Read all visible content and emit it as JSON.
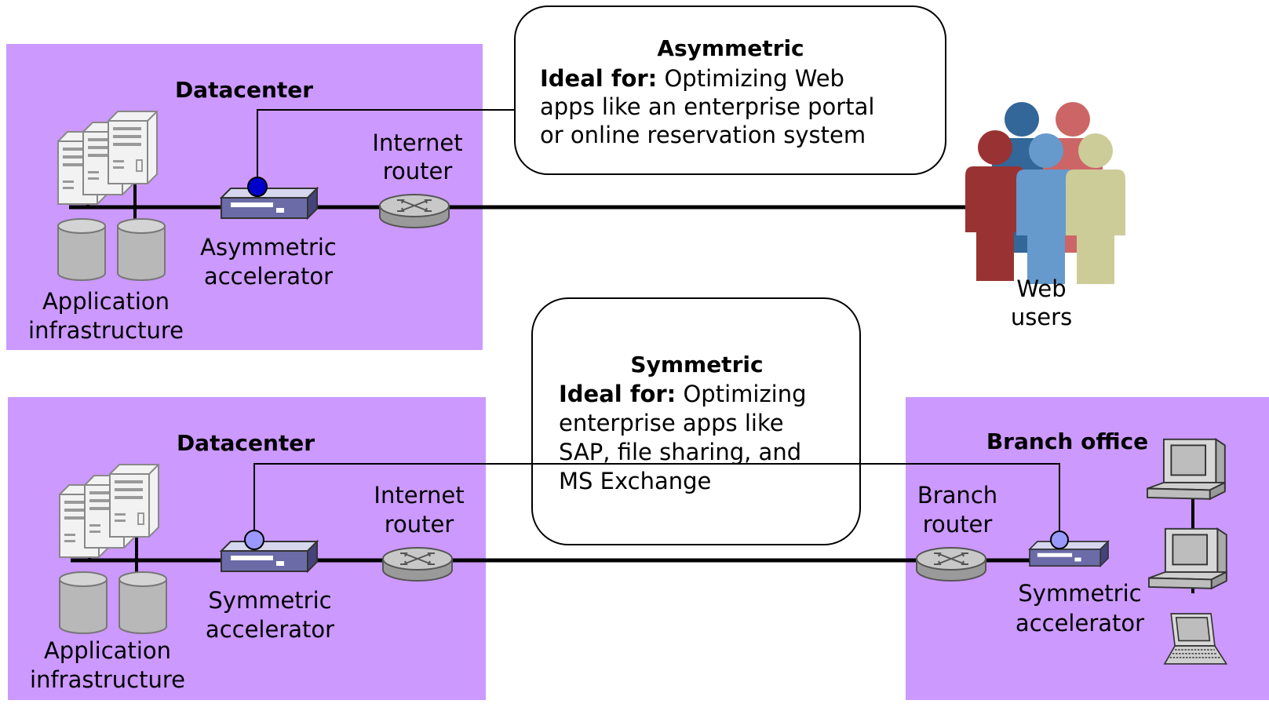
{
  "top": {
    "zone_title": "Datacenter",
    "servers_label": [
      "Application",
      "infrastructure"
    ],
    "accelerator_label": [
      "Asymmetric",
      "accelerator"
    ],
    "router_label": [
      "Internet",
      "router"
    ],
    "users_label": [
      "Web",
      "users"
    ],
    "callout": {
      "title": "Asymmetric",
      "lead": "Ideal for:",
      "lines": [
        "Optimizing Web",
        "apps like an enterprise portal",
        "or online reservation system"
      ]
    }
  },
  "bottom": {
    "zone_title": "Datacenter",
    "servers_label": [
      "Application",
      "infrastructure"
    ],
    "accelerator_label": [
      "Symmetric",
      "accelerator"
    ],
    "router_label": [
      "Internet",
      "router"
    ],
    "branch": {
      "title": "Branch office",
      "router_label": [
        "Branch",
        "router"
      ],
      "accelerator_label": [
        "Symmetric",
        "accelerator"
      ]
    },
    "callout": {
      "title": "Symmetric",
      "lead": "Ideal for:",
      "lines": [
        "Optimizing",
        "enterprise apps like",
        "SAP, file sharing, and",
        "MS Exchange"
      ]
    }
  },
  "colors": {
    "zone": "#cc99ff",
    "accelerator": "#6b6ba8",
    "asymmetric_dot": "#0000cc",
    "symmetric_dot": "#9999ff",
    "router": "#b8b8b8",
    "storage": "#b8b8b8",
    "user_red": "#993333",
    "user_blue": "#336699",
    "user_pink": "#cc6666",
    "user_light_blue": "#6699cc",
    "user_khaki": "#cccc99"
  },
  "icons": [
    "server-icon",
    "database-icon",
    "accelerator-icon",
    "router-icon",
    "users-icon",
    "desktop-computer-icon",
    "laptop-icon"
  ]
}
